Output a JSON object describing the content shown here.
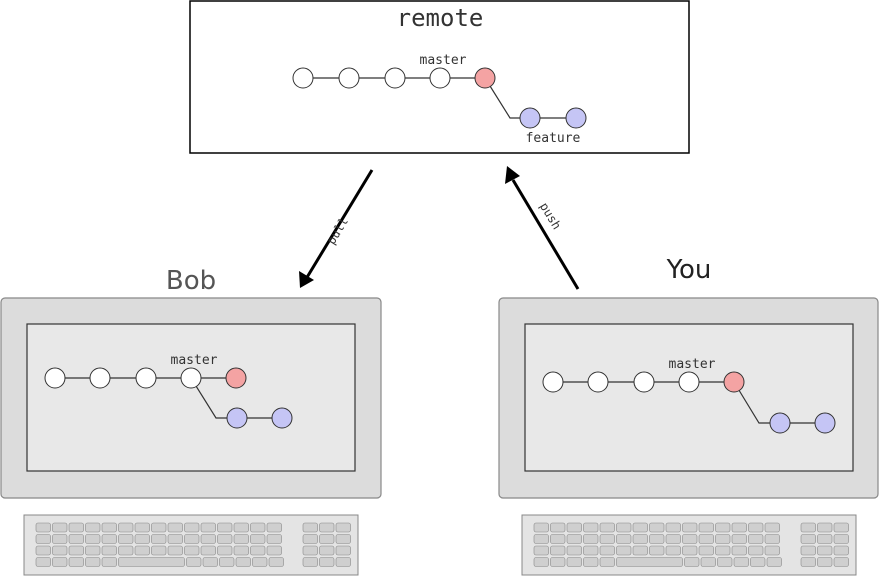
{
  "remote": {
    "title": "remote",
    "branch_master": "master",
    "branch_feature": "feature"
  },
  "bob": {
    "name": "Bob",
    "branch_master": "master"
  },
  "you": {
    "name": "You",
    "branch_master": "master"
  },
  "arrows": {
    "pull": "pull",
    "push": "push"
  },
  "colors": {
    "commit_plain": "#ffffff",
    "commit_head": "#f4a3a3",
    "commit_feature": "#c5c5f5",
    "monitor_bezel": "#dcdcdc",
    "monitor_screen": "#e8e8e8"
  }
}
